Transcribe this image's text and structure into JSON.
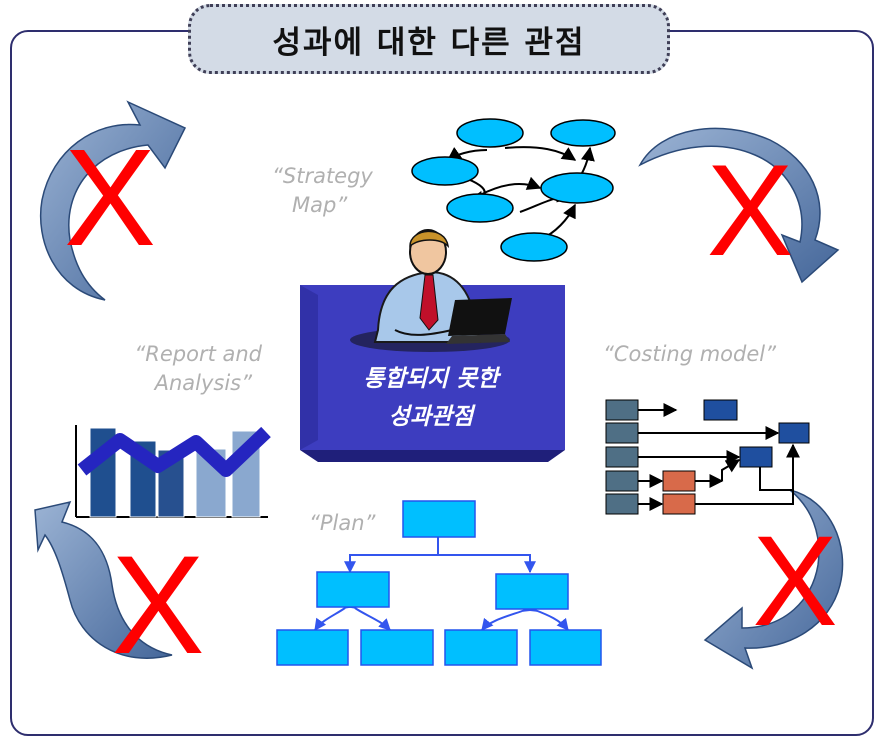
{
  "title": "성과에 대한 다른 관점",
  "center": {
    "line1": "통합되지 못한",
    "line2": "성과관점"
  },
  "labels": {
    "strategy_map": [
      "“Strategy",
      "Map”"
    ],
    "report": [
      "“Report and",
      "Analysis”"
    ],
    "costing": "“Costing model”",
    "plan": "“Plan”"
  },
  "marks": {
    "reject": "X"
  },
  "colors": {
    "node": "#00bfff",
    "arrow": "#5c7fb3",
    "x": "#ff0000",
    "box": "#3d3dbf",
    "line": "#2525c0"
  }
}
